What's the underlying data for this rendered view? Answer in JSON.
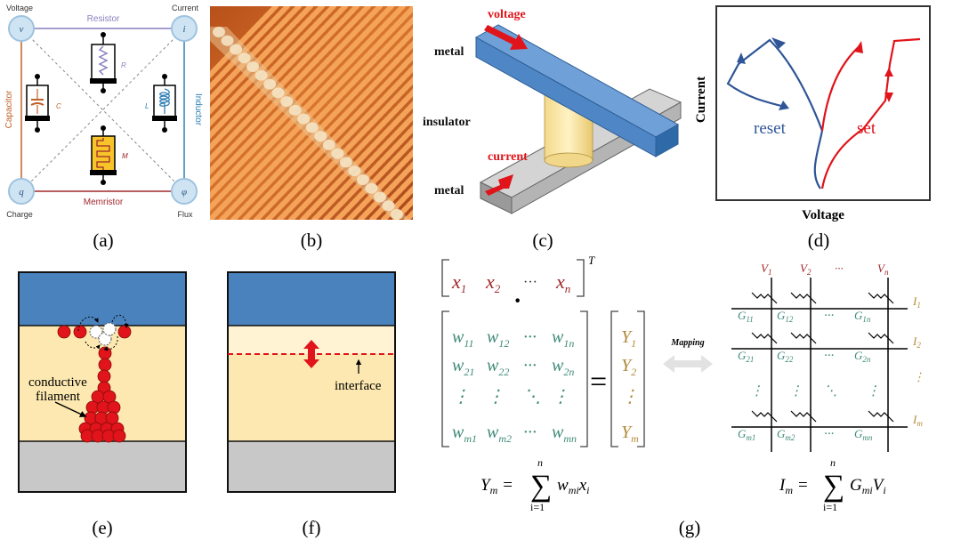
{
  "panel_labels": [
    "(a)",
    "(b)",
    "(c)",
    "(d)",
    "(e)",
    "(f)",
    "(g)"
  ],
  "colors": {
    "red": "#e0141a",
    "blue_line": "#2f5597",
    "circle_fill": "#cfe4f3",
    "yellow": "#fdeebb",
    "blue_metal": "#4f86c6",
    "gray": "#c8c8c8",
    "green_text": "#3f8a78",
    "gold_text": "#b38a3a",
    "dark_red_text": "#a0282a"
  },
  "panel_a": {
    "corners": {
      "voltage": {
        "symbol": "v",
        "label": "Voltage"
      },
      "current": {
        "symbol": "i",
        "label": "Current"
      },
      "charge": {
        "symbol": "q",
        "label": "Charge"
      },
      "flux": {
        "symbol": "φ",
        "label": "Flux"
      }
    },
    "edges": {
      "top": "Resistor",
      "bottom": "Memristor",
      "left": "Capacitor",
      "right": "Inductor"
    },
    "components": {
      "resistor": "R",
      "capacitor": "C",
      "inductor": "L",
      "memristor": "M"
    }
  },
  "panel_c": {
    "voltage": "voltage",
    "current": "current",
    "metal_top": "metal",
    "insulator": "insulator",
    "metal_bottom": "metal"
  },
  "panel_d": {
    "ylabel": "Current",
    "xlabel": "Voltage",
    "reset": "reset",
    "set": "set"
  },
  "panel_e": {
    "label_line1": "conductive",
    "label_line2": "filament"
  },
  "panel_f": {
    "label": "interface"
  },
  "panel_g": {
    "row_vector": {
      "x1": "x",
      "x1_sub": "1",
      "x2": "x",
      "x2_sub": "2",
      "dots": "···",
      "xn": "x",
      "xn_sub": "n",
      "transpose": "T"
    },
    "matrix": [
      [
        {
          "b": "w",
          "s": "11"
        },
        {
          "b": "w",
          "s": "12"
        },
        {
          "b": "···",
          "s": ""
        },
        {
          "b": "w",
          "s": "1n"
        }
      ],
      [
        {
          "b": "w",
          "s": "21"
        },
        {
          "b": "w",
          "s": "22"
        },
        {
          "b": "···",
          "s": ""
        },
        {
          "b": "w",
          "s": "2n"
        }
      ],
      [
        {
          "b": "⋮",
          "s": ""
        },
        {
          "b": "⋮",
          "s": ""
        },
        {
          "b": "⋱",
          "s": ""
        },
        {
          "b": "⋮",
          "s": ""
        }
      ],
      [
        {
          "b": "w",
          "s": "m1"
        },
        {
          "b": "w",
          "s": "m2"
        },
        {
          "b": "···",
          "s": ""
        },
        {
          "b": "w",
          "s": "mn"
        }
      ]
    ],
    "result": [
      {
        "b": "Y",
        "s": "1"
      },
      {
        "b": "Y",
        "s": "2"
      },
      {
        "b": "⋮",
        "s": ""
      },
      {
        "b": "Y",
        "s": "m"
      }
    ],
    "equals": "=",
    "dot": "·",
    "mapping": "Mapping",
    "eq_left": {
      "lhs": "Y",
      "lhs_sub": "m",
      "eqsign": "=",
      "sigma": "∑",
      "upper": "n",
      "lower": "i=1",
      "body": "w",
      "body_sub": "mi",
      "body2": "x",
      "body2_sub": "i"
    },
    "eq_right": {
      "lhs": "I",
      "lhs_sub": "m",
      "eqsign": "=",
      "sigma": "∑",
      "upper": "n",
      "lower": "i=1",
      "body": "G",
      "body_sub": "mi",
      "body2": "V",
      "body2_sub": "i"
    },
    "crossbar": {
      "cols": [
        {
          "b": "V",
          "s": "1"
        },
        {
          "b": "V",
          "s": "2"
        },
        {
          "b": "···",
          "s": ""
        },
        {
          "b": "V",
          "s": "n"
        }
      ],
      "rows": [
        {
          "b": "I",
          "s": "1"
        },
        {
          "b": "I",
          "s": "2"
        },
        {
          "b": "⋮",
          "s": ""
        },
        {
          "b": "I",
          "s": "m"
        }
      ],
      "cells": [
        [
          {
            "b": "G",
            "s": "11"
          },
          {
            "b": "G",
            "s": "12"
          },
          {
            "b": "···",
            "s": ""
          },
          {
            "b": "G",
            "s": "1n"
          }
        ],
        [
          {
            "b": "G",
            "s": "21"
          },
          {
            "b": "G",
            "s": "22"
          },
          {
            "b": "···",
            "s": ""
          },
          {
            "b": "G",
            "s": "2n"
          }
        ],
        [
          {
            "b": "⋮",
            "s": ""
          },
          {
            "b": "⋮",
            "s": ""
          },
          {
            "b": "⋱",
            "s": ""
          },
          {
            "b": "⋮",
            "s": ""
          }
        ],
        [
          {
            "b": "G",
            "s": "m1"
          },
          {
            "b": "G",
            "s": "m2"
          },
          {
            "b": "···",
            "s": ""
          },
          {
            "b": "G",
            "s": "mn"
          }
        ]
      ]
    }
  }
}
